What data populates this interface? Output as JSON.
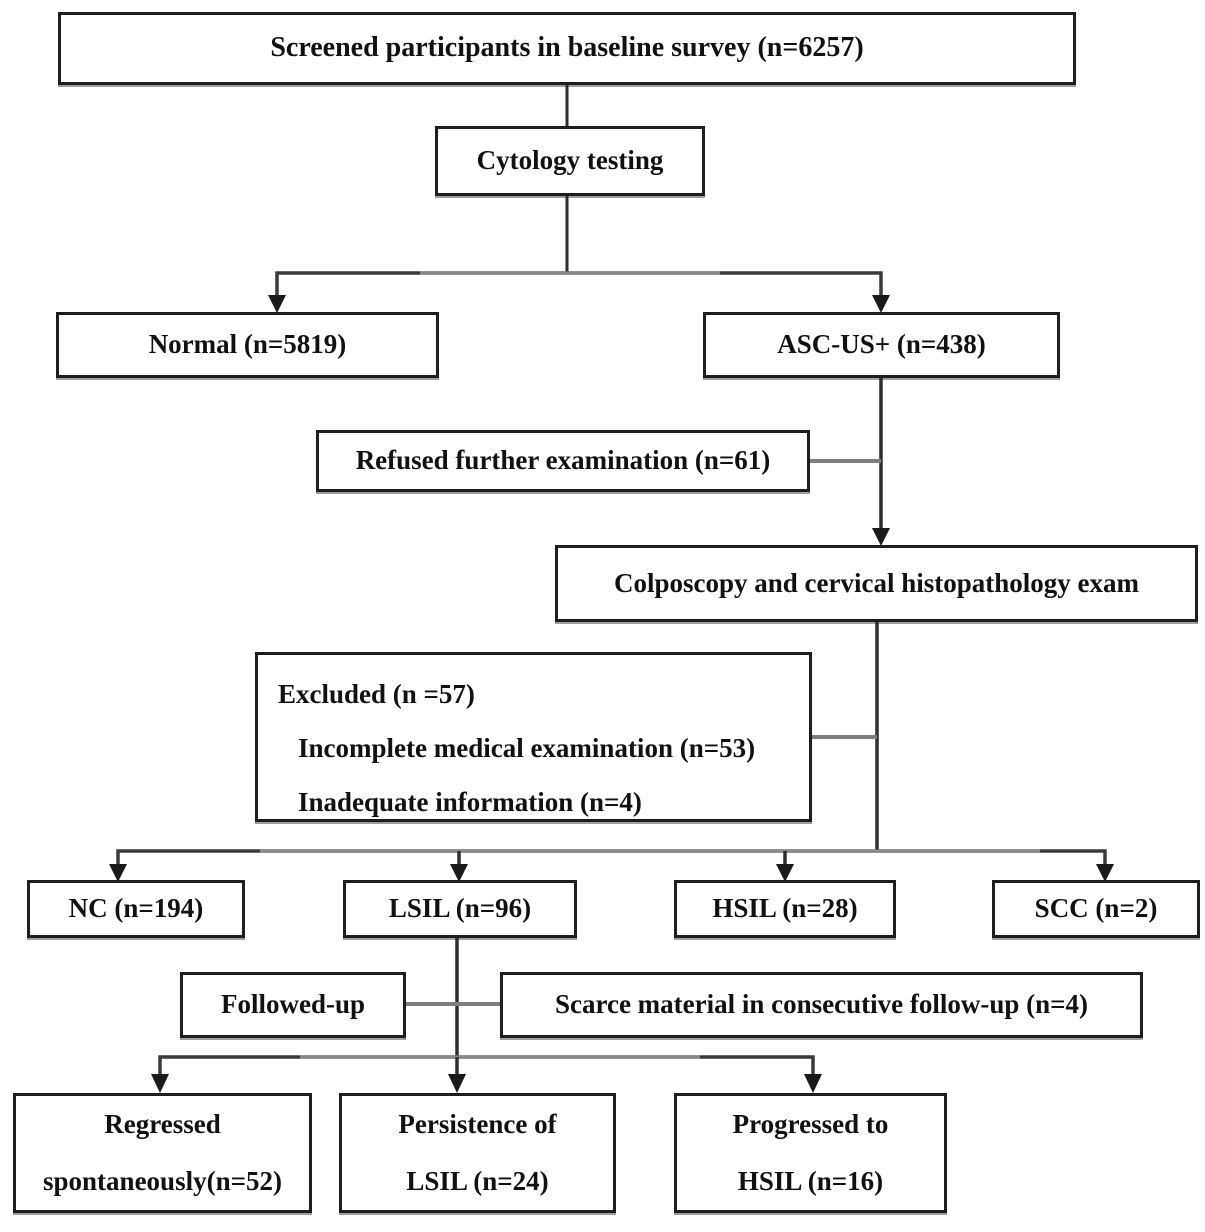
{
  "diagram": {
    "type": "flowchart",
    "description": "Participant flow diagram of a cervical cancer screening study",
    "colors": {
      "box_border": "#1e1e1e",
      "box_fill": "#ffffff",
      "text": "#111111",
      "connector_dark": "#2e2e2e",
      "connector_gray": "#7d7d7d"
    },
    "nodes": {
      "screened": {
        "label": "Screened participants in baseline survey (n=6257)"
      },
      "cytology": {
        "label": "Cytology testing"
      },
      "normal": {
        "label": "Normal (n=5819)"
      },
      "ascus": {
        "label": "ASC-US+ (n=438)"
      },
      "refused": {
        "label": "Refused further examination (n=61)"
      },
      "colposcopy": {
        "label": "Colposcopy and cervical histopathology exam"
      },
      "excluded": {
        "line1": "Excluded (n =57)",
        "line2": "Incomplete medical examination (n=53)",
        "line3": "Inadequate information (n=4)"
      },
      "nc": {
        "label": "NC (n=194)"
      },
      "lsil": {
        "label": "LSIL (n=96)"
      },
      "hsil": {
        "label": "HSIL (n=28)"
      },
      "scc": {
        "label": "SCC (n=2)"
      },
      "followedup": {
        "label": "Followed-up"
      },
      "scarce": {
        "label": "Scarce material in consecutive follow-up (n=4)"
      },
      "regressed": {
        "line1": "Regressed",
        "line2": "spontaneously(n=52)"
      },
      "persistence": {
        "line1": "Persistence of",
        "line2": "LSIL (n=24)"
      },
      "progressed": {
        "line1": "Progressed to",
        "line2": "HSIL (n=16)"
      }
    },
    "edges": [
      {
        "from": "screened",
        "to": "cytology"
      },
      {
        "from": "cytology",
        "to": "normal"
      },
      {
        "from": "cytology",
        "to": "ascus"
      },
      {
        "from": "ascus",
        "to": "colposcopy",
        "side_note": "refused"
      },
      {
        "from": "colposcopy",
        "to": "nc",
        "side_note": "excluded"
      },
      {
        "from": "colposcopy",
        "to": "lsil"
      },
      {
        "from": "colposcopy",
        "to": "hsil"
      },
      {
        "from": "colposcopy",
        "to": "scc"
      },
      {
        "from": "lsil",
        "to": "regressed",
        "side_note": "followedup / scarce"
      },
      {
        "from": "lsil",
        "to": "persistence"
      },
      {
        "from": "lsil",
        "to": "progressed"
      }
    ]
  }
}
